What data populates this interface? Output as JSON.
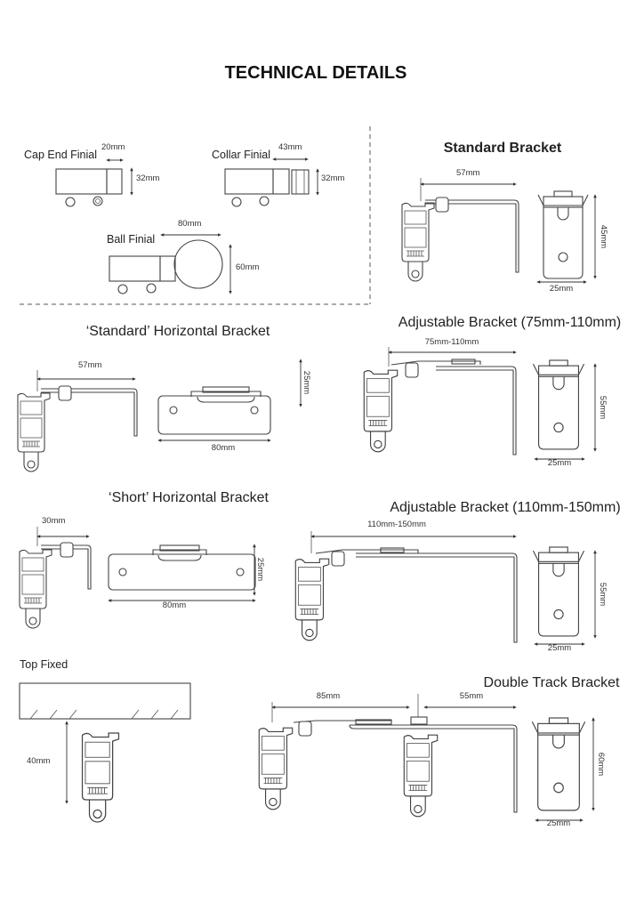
{
  "title": "TECHNICAL DETAILS",
  "finials": {
    "cap_end": {
      "label": "Cap End Finial",
      "width": "20mm",
      "height": "32mm"
    },
    "collar": {
      "label": "Collar Finial",
      "width": "43mm",
      "height": "32mm"
    },
    "ball": {
      "label": "Ball Finial",
      "width": "80mm",
      "height": "60mm"
    }
  },
  "standard_bracket": {
    "label": "Standard Bracket",
    "projection": "57mm",
    "height": "45mm",
    "width": "25mm"
  },
  "standard_horizontal": {
    "label": "‘Standard’ Horizontal Bracket",
    "projection": "57mm",
    "height": "25mm",
    "length": "80mm"
  },
  "adjustable_75": {
    "label": "Adjustable Bracket (75mm-110mm)",
    "projection": "75mm-110mm",
    "height": "55mm",
    "width": "25mm"
  },
  "short_horizontal": {
    "label": "‘Short’ Horizontal Bracket",
    "projection": "30mm",
    "height": "25mm",
    "length": "80mm"
  },
  "adjustable_110": {
    "label": "Adjustable Bracket (110mm-150mm)",
    "projection": "110mm-150mm",
    "height": "55mm",
    "width": "25mm"
  },
  "top_fixed": {
    "label": "Top Fixed",
    "height": "40mm"
  },
  "double_track": {
    "label": "Double Track Bracket",
    "front_projection": "85mm",
    "rear_projection": "55mm",
    "height": "60mm",
    "width": "25mm"
  }
}
